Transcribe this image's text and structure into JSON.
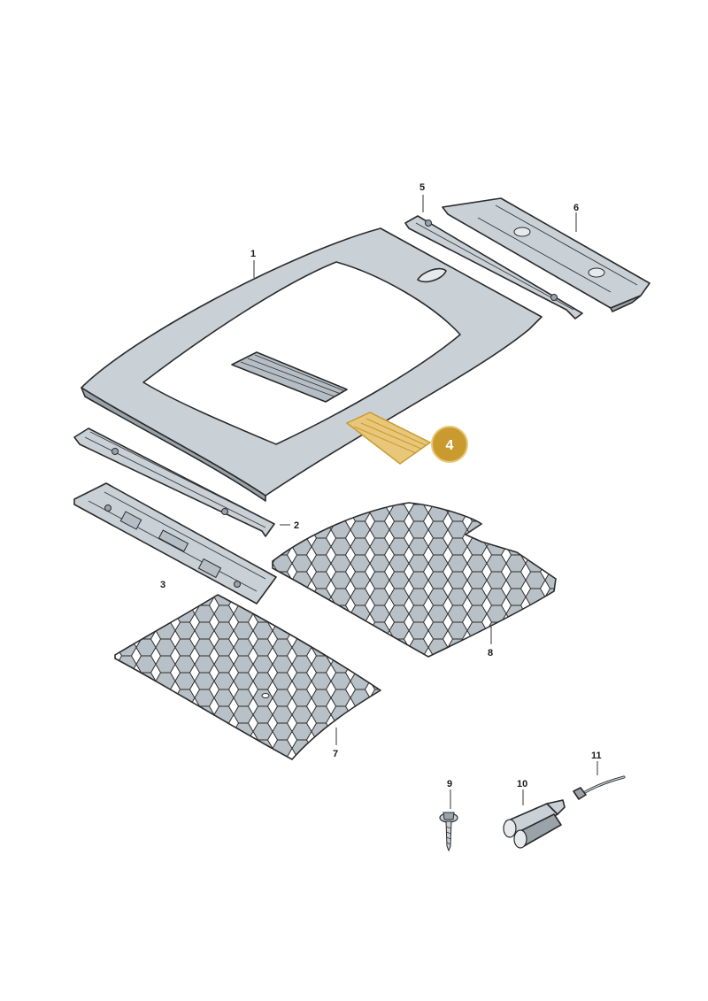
{
  "parts": [
    {
      "id": "roof-panel",
      "label": "1"
    },
    {
      "id": "front-crossmember",
      "label": "2"
    },
    {
      "id": "front-reinforcement",
      "label": "3"
    },
    {
      "id": "roof-bow",
      "label": "4",
      "highlighted": true
    },
    {
      "id": "rear-crossmember",
      "label": "5"
    },
    {
      "id": "rear-reinforcement",
      "label": "6"
    },
    {
      "id": "front-insulation-mat",
      "label": "7"
    },
    {
      "id": "rear-insulation-mat",
      "label": "8"
    },
    {
      "id": "screw",
      "label": "9"
    },
    {
      "id": "adhesive-cartridge",
      "label": "10"
    },
    {
      "id": "cable",
      "label": "11"
    }
  ],
  "colors": {
    "panel": "#c9d0d6",
    "panel_dark": "#9aa3aa",
    "highlight_fill": "#c99a2e",
    "highlight_part": "#e8c77a",
    "outline": "#2b2b2b"
  }
}
